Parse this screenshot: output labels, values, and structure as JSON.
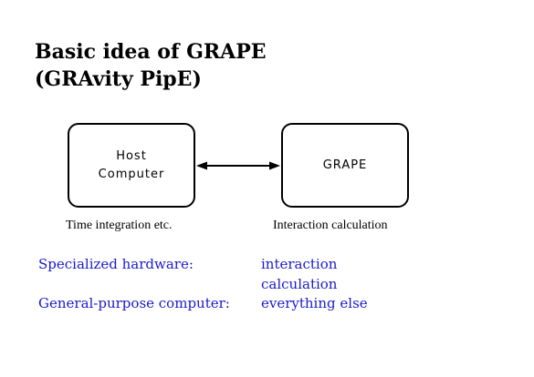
{
  "title": {
    "line1": "Basic idea of GRAPE",
    "line2": "(GRAvity PipE)"
  },
  "boxes": {
    "host": {
      "line1": "Host",
      "line2": "Computer",
      "caption": "Time integration etc."
    },
    "grape": {
      "label": "GRAPE",
      "caption": "Interaction calculation"
    }
  },
  "connector": {
    "type": "bidirectional-arrow"
  },
  "roles": [
    {
      "label": "Specialized hardware:",
      "lines": [
        "interaction",
        "calculation"
      ]
    },
    {
      "label": "General-purpose computer:",
      "lines": [
        "everything else"
      ]
    }
  ],
  "colors": {
    "text": "#000000",
    "highlight": "#1a1acc"
  }
}
